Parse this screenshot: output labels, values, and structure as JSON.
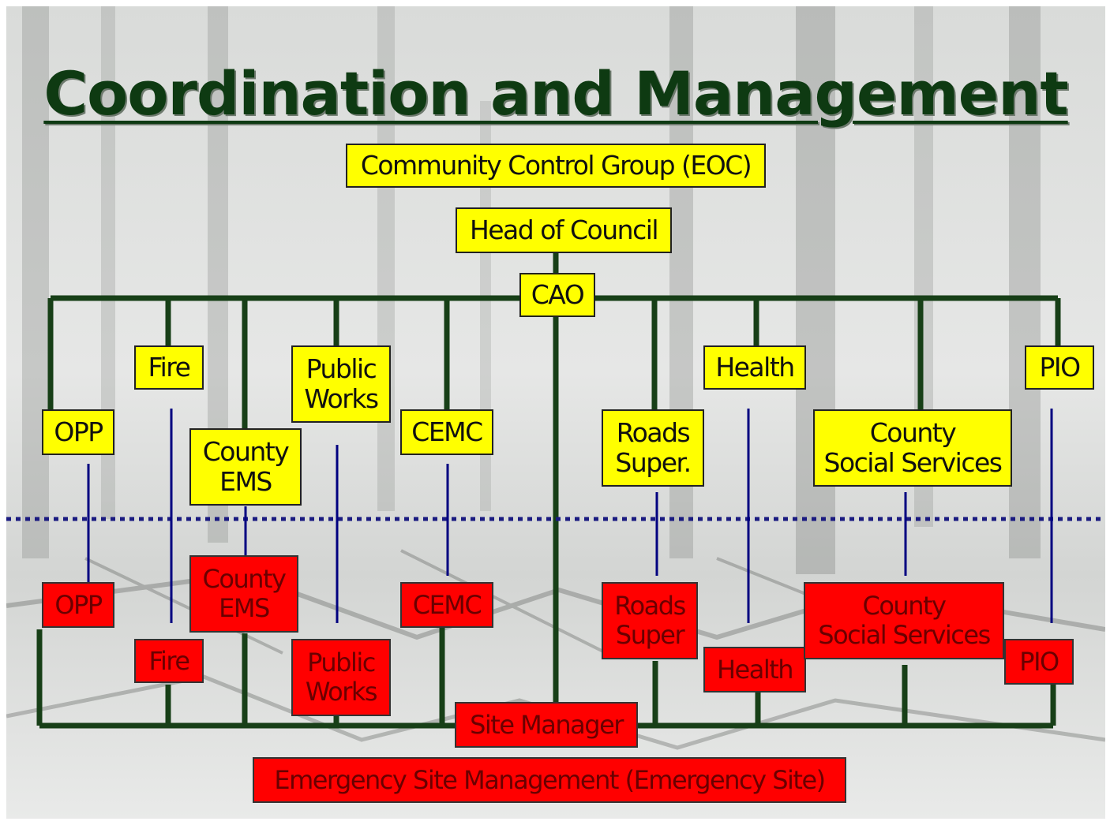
{
  "title": "Coordination and Management",
  "colors": {
    "yellow_box": "#ffff00",
    "red_box": "#ff0000",
    "tree_line": "#173f17",
    "link_line": "#000080",
    "title": "#0e3a12"
  },
  "yellow": {
    "eoc": "Community Control Group (EOC)",
    "head": "Head of Council",
    "cao": "CAO",
    "opp": "OPP",
    "fire": "Fire",
    "ems": "County\nEMS",
    "pw": "Public\nWorks",
    "cemc": "CEMC",
    "roads": "Roads\nSuper.",
    "health": "Health",
    "css": "County\nSocial Services",
    "pio": "PIO"
  },
  "red": {
    "opp": "OPP",
    "fire": "Fire",
    "ems": "County\nEMS",
    "pw": "Public\nWorks",
    "cemc": "CEMC",
    "roads": "Roads\nSuper",
    "health": "Health",
    "css": "County\nSocial Services",
    "pio": "PIO",
    "site": "Site Manager",
    "esm": "Emergency Site Management (Emergency Site)"
  }
}
